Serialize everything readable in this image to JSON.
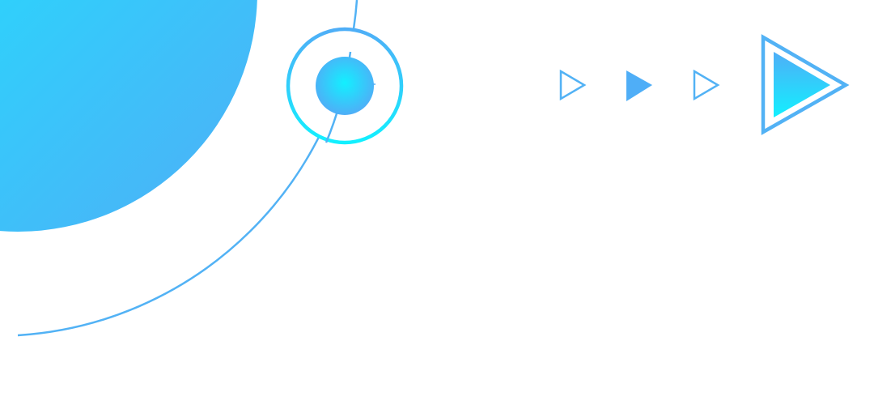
{
  "colors": {
    "background": "#FFFFFF",
    "cyan": "#12F0FF",
    "blue": "#4FAEF7",
    "blue_light": "#52B2F5"
  },
  "shapes": {
    "large_disc": "gradient-disc",
    "orbit": "thin-arc-line",
    "planet": "ringed-circle",
    "arrows": [
      {
        "name": "arrow-outline-small-icon",
        "style": "outline"
      },
      {
        "name": "arrow-solid-small-icon",
        "style": "solid"
      },
      {
        "name": "arrow-outline-small-icon",
        "style": "outline"
      },
      {
        "name": "arrow-large-double-icon",
        "style": "double"
      }
    ]
  }
}
